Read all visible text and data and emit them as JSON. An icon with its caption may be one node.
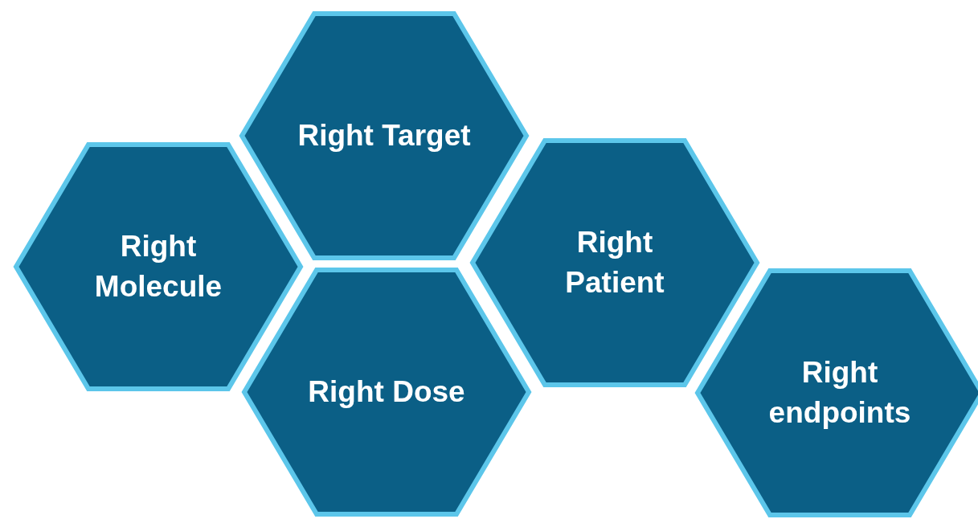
{
  "diagram": {
    "nodes": [
      {
        "text": [
          "Right Molecule"
        ]
      },
      {
        "text": [
          "Right Target"
        ]
      },
      {
        "text": [
          "Right Dose"
        ]
      },
      {
        "text": [
          "Right Patient"
        ]
      },
      {
        "text": [
          "Right endpoints"
        ]
      }
    ],
    "edges": []
  }
}
